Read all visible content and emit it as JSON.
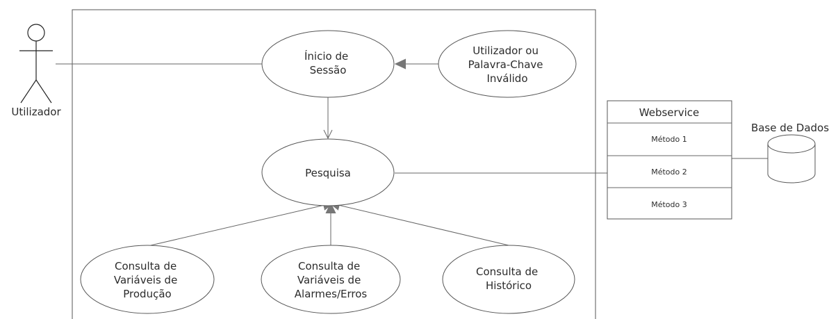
{
  "actor": {
    "label": "Utilizador"
  },
  "use_cases": {
    "login": {
      "lines": [
        "Ínicio de",
        "Sessão"
      ]
    },
    "invalid": {
      "lines": [
        "Utilizador ou",
        "Palavra-Chave",
        "Inválido"
      ]
    },
    "search": {
      "lines": [
        "Pesquisa"
      ]
    },
    "production": {
      "lines": [
        "Consulta de",
        "Variáveis de",
        "Produção"
      ]
    },
    "alarms": {
      "lines": [
        "Consulta de",
        "Variáveis de",
        "Alarmes/Erros"
      ]
    },
    "history": {
      "lines": [
        "Consulta de",
        "Histórico"
      ]
    }
  },
  "webservice": {
    "title": "Webservice",
    "methods": [
      "Método 1",
      "Método 2",
      "Método 3"
    ]
  },
  "database": {
    "label": "Base de Dados"
  }
}
